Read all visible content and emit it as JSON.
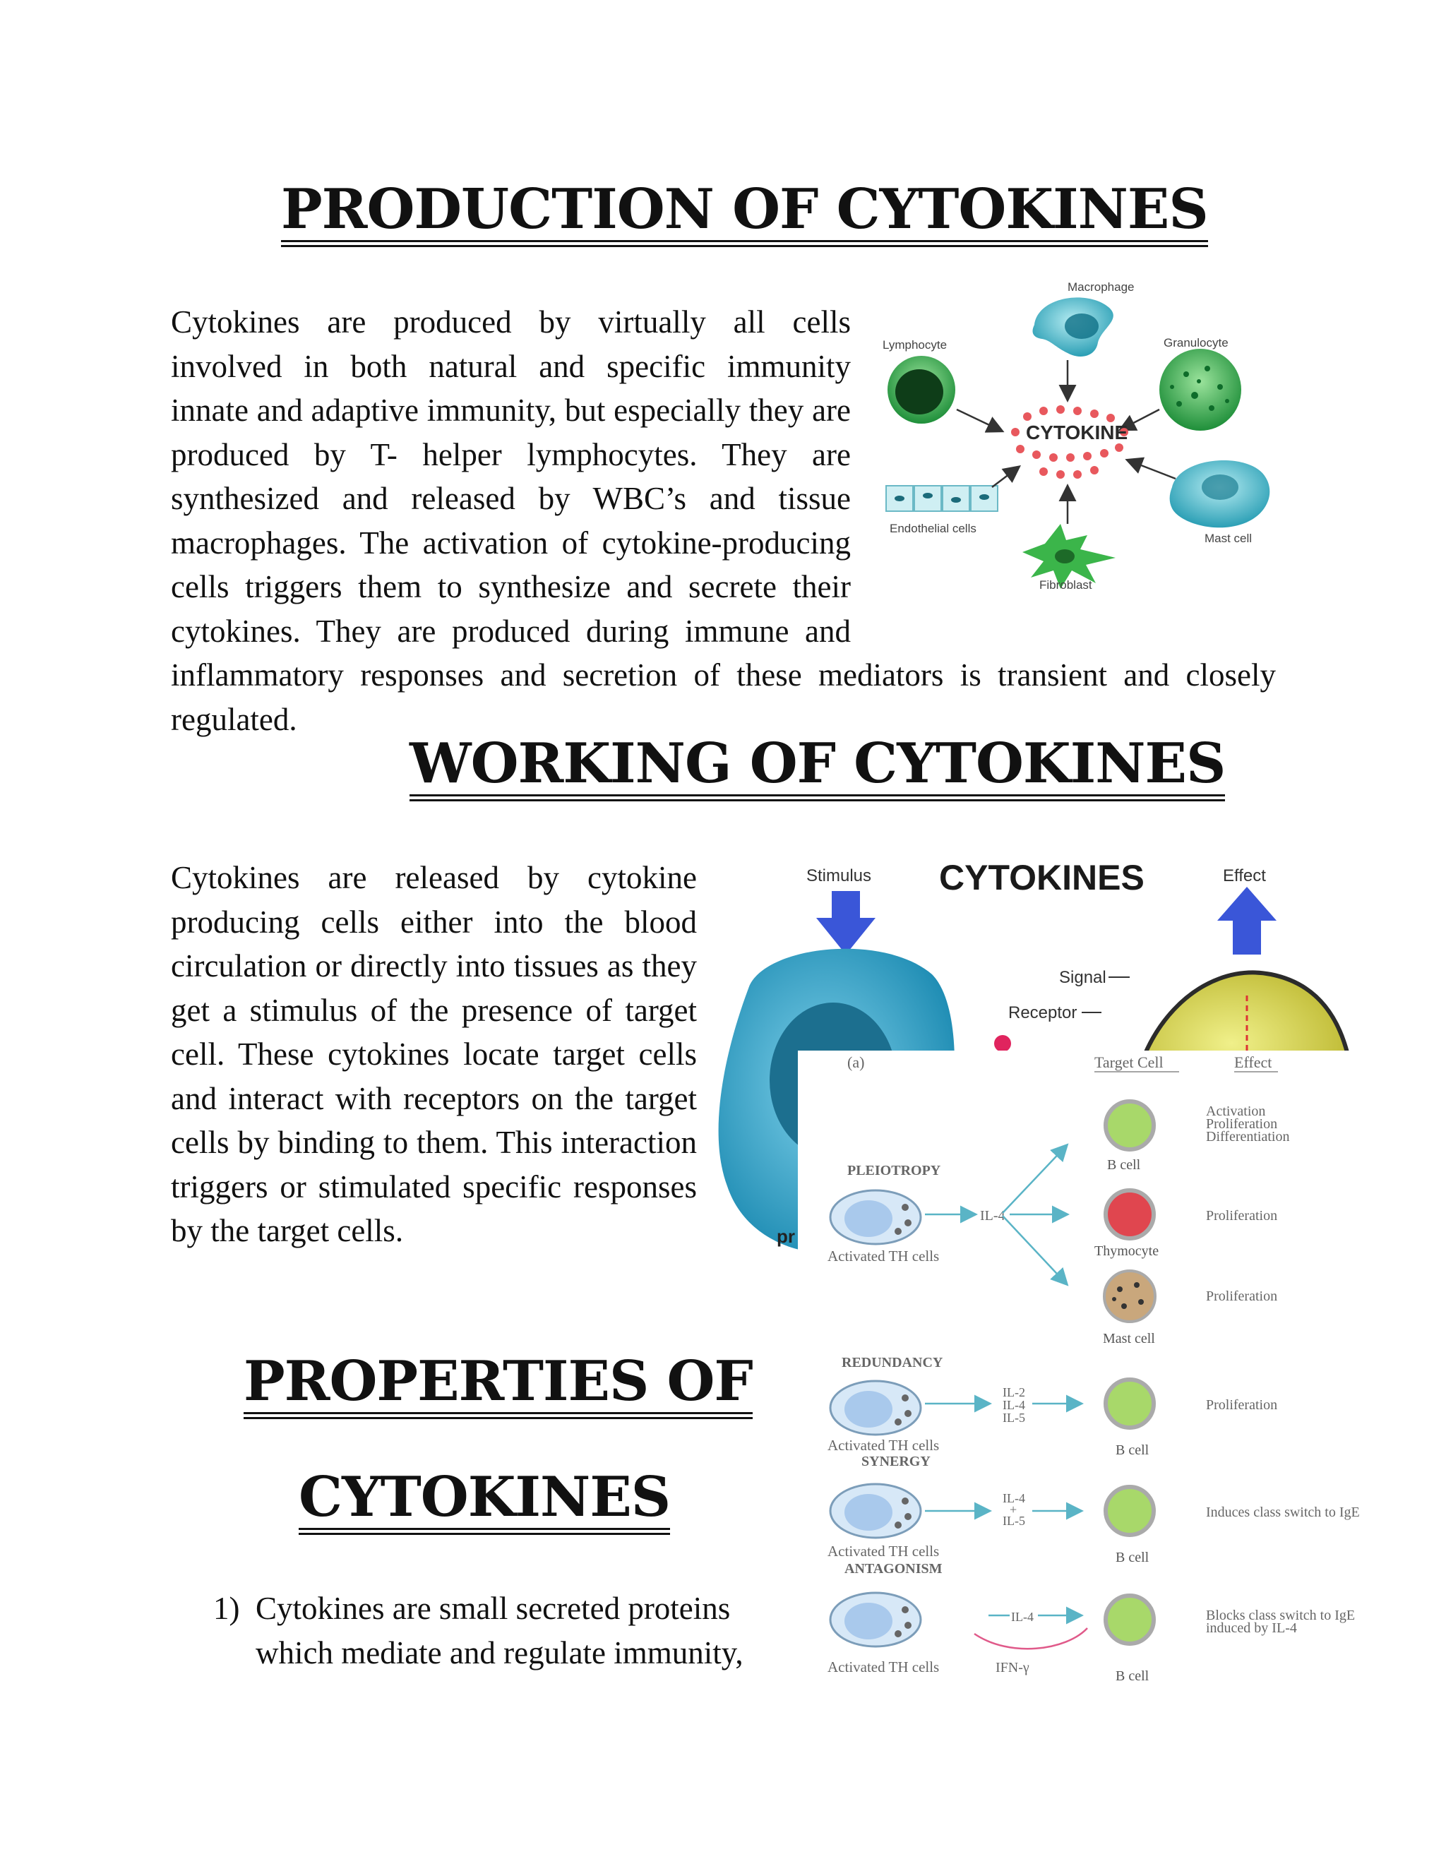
{
  "section1": {
    "heading": "PRODUCTION OF CYTOKINES",
    "paragraph": "Cytokines are produced by virtually all cells involved in both natural and specific immunity innate and adaptive immunity, but especially they are produced by T- helper lymphocytes. They are synthesized and released by WBC’s and tissue macrophages. The activation of cytokine-producing cells triggers them to synthesize and secrete their cytokines. They are produced during immune and inflammatory responses and secretion of these mediators is transient and closely regulated."
  },
  "figure1": {
    "center_label": "CYTOKINE",
    "labels": {
      "macrophage": "Macrophage",
      "lymphocyte": "Lymphocyte",
      "granulocyte": "Granulocyte",
      "endothelial": "Endothelial cells",
      "mast": "Mast cell",
      "fibroblast": "Fibroblast"
    }
  },
  "section2": {
    "heading": "WORKING OF CYTOKINES",
    "paragraph": "Cytokines are released by cytokine producing cells either into the blood circulation or directly into tissues as they get a stimulus of the presence of target cell. These cytokines locate target cells and interact with receptors on the target cells by binding to them. This interaction triggers or stimulated specific responses by the target cells."
  },
  "figure2": {
    "title": "CYTOKINES",
    "stimulus": "Stimulus",
    "effect": "Effect",
    "signal": "Signal",
    "receptor": "Receptor",
    "cutoff_label": "pr"
  },
  "figure3": {
    "panel_label": "(a)",
    "col_target": "Target Cell",
    "col_effect": "Effect",
    "pleiotropy": {
      "title": "PLEIOTROPY",
      "source": "Activated TH cells",
      "cytokine": "IL-4",
      "targets": [
        "B cell",
        "Thymocyte",
        "Mast cell"
      ],
      "effects": [
        "Activation",
        "Proliferation",
        "Differentiation",
        "Proliferation",
        "Proliferation"
      ]
    },
    "redundancy": {
      "title": "REDUNDANCY",
      "source": "Activated TH cells",
      "cytokines": [
        "IL-2",
        "IL-4",
        "IL-5"
      ],
      "target": "B cell",
      "effect": "Proliferation"
    },
    "synergy": {
      "title": "SYNERGY",
      "source": "Activated TH cells",
      "cytokines": [
        "IL-4",
        "+",
        "IL-5"
      ],
      "target": "B cell",
      "effect": "Induces class switch to IgE"
    },
    "antagonism": {
      "title": "ANTAGONISM",
      "source": "Activated TH cells",
      "cytokine": "IL-4",
      "cytokine2": "IFN-γ",
      "target": "B cell",
      "effect_line1": "Blocks class switch to IgE",
      "effect_line2": "induced by IL-4"
    }
  },
  "section3": {
    "heading_line1": "PROPERTIES OF",
    "heading_line2": "CYTOKINES",
    "list_number": "1)",
    "item1_line1": "Cytokines are small secreted proteins",
    "item1_line2": "which mediate and regulate immunity,"
  }
}
